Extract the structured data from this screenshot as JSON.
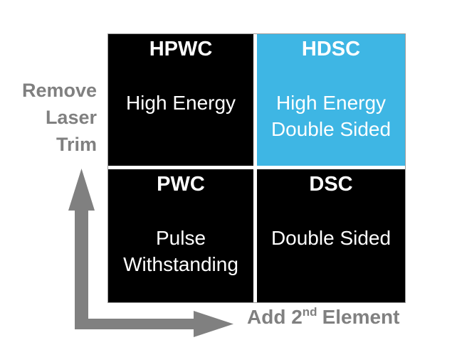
{
  "matrix": {
    "cells": [
      {
        "code": "HPWC",
        "lines": [
          "High Energy"
        ]
      },
      {
        "code": "HDSC",
        "lines": [
          "High Energy",
          "Double Sided"
        ],
        "highlighted": true
      },
      {
        "code": "PWC",
        "lines": [
          "Pulse",
          "Withstanding"
        ]
      },
      {
        "code": "DSC",
        "lines": [
          "Double Sided"
        ]
      }
    ]
  },
  "y_axis": {
    "lines": [
      "Remove",
      "Laser",
      "Trim"
    ]
  },
  "x_axis": {
    "prefix": "Add 2",
    "superscript": "nd",
    "suffix": "Element"
  },
  "colors": {
    "cell_black": "#000000",
    "cell_highlight": "#3EB6E4",
    "cell_text": "#FFFFFF",
    "axis_gray": "#808080",
    "grid_outline": "#9C9C9C",
    "background": "#FFFFFF"
  }
}
